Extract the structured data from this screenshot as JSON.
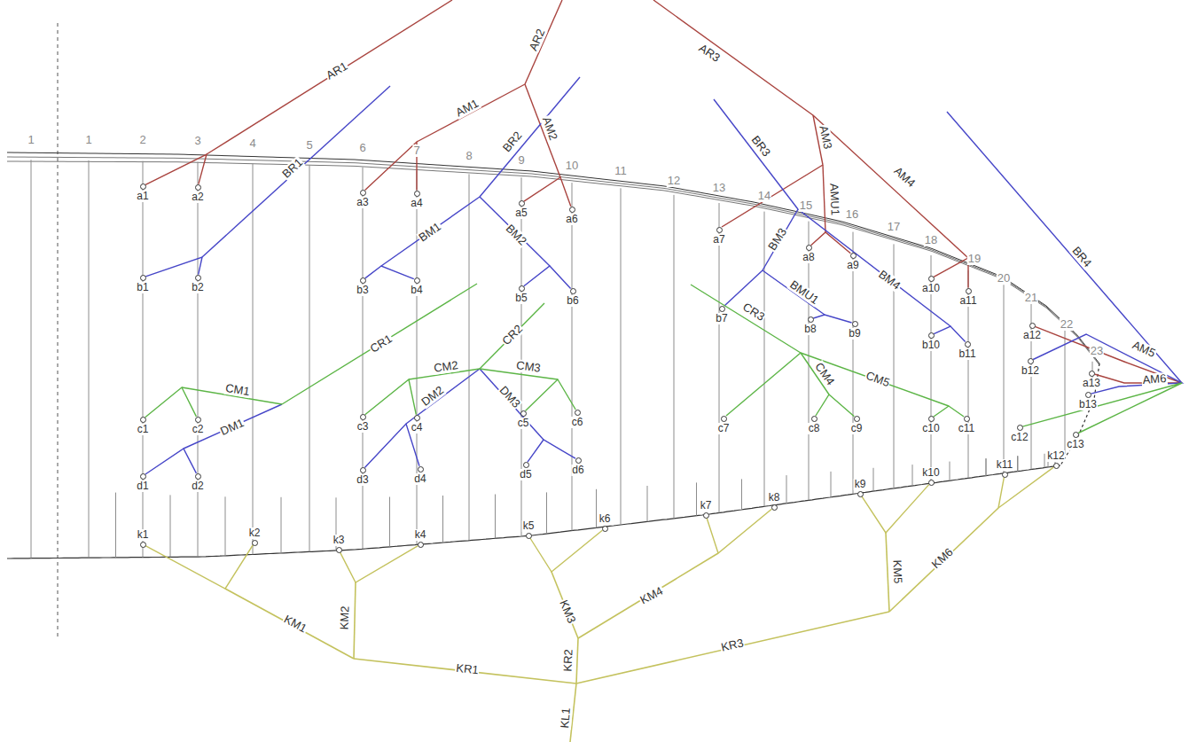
{
  "diagram": {
    "nodes": [
      {
        "text": [
          "a1"
        ]
      },
      {
        "text": [
          "a2"
        ]
      },
      {
        "text": [
          "a3"
        ]
      },
      {
        "text": [
          "a4"
        ]
      },
      {
        "text": [
          "a5"
        ]
      },
      {
        "text": [
          "a6"
        ]
      },
      {
        "text": [
          "a7"
        ]
      },
      {
        "text": [
          "a8"
        ]
      },
      {
        "text": [
          "a9"
        ]
      },
      {
        "text": [
          "a10"
        ]
      },
      {
        "text": [
          "a11"
        ]
      },
      {
        "text": [
          "a12"
        ]
      },
      {
        "text": [
          "a13"
        ]
      },
      {
        "text": [
          "b1"
        ]
      },
      {
        "text": [
          "b2"
        ]
      },
      {
        "text": [
          "b3"
        ]
      },
      {
        "text": [
          "b4"
        ]
      },
      {
        "text": [
          "b5"
        ]
      },
      {
        "text": [
          "b6"
        ]
      },
      {
        "text": [
          "b7"
        ]
      },
      {
        "text": [
          "b8"
        ]
      },
      {
        "text": [
          "b9"
        ]
      },
      {
        "text": [
          "b10"
        ]
      },
      {
        "text": [
          "b11"
        ]
      },
      {
        "text": [
          "b12"
        ]
      },
      {
        "text": [
          "b13"
        ]
      },
      {
        "text": [
          "c1"
        ]
      },
      {
        "text": [
          "c2"
        ]
      },
      {
        "text": [
          "c3"
        ]
      },
      {
        "text": [
          "c4"
        ]
      },
      {
        "text": [
          "c5"
        ]
      },
      {
        "text": [
          "c6"
        ]
      },
      {
        "text": [
          "c7"
        ]
      },
      {
        "text": [
          "c8"
        ]
      },
      {
        "text": [
          "c9"
        ]
      },
      {
        "text": [
          "c10"
        ]
      },
      {
        "text": [
          "c11"
        ]
      },
      {
        "text": [
          "c12"
        ]
      },
      {
        "text": [
          "c13"
        ]
      },
      {
        "text": [
          "d1"
        ]
      },
      {
        "text": [
          "d2"
        ]
      },
      {
        "text": [
          "d3"
        ]
      },
      {
        "text": [
          "d4"
        ]
      },
      {
        "text": [
          "d5"
        ]
      },
      {
        "text": [
          "d6"
        ]
      },
      {
        "text": [
          "k1"
        ]
      },
      {
        "text": [
          "k2"
        ]
      },
      {
        "text": [
          "k3"
        ]
      },
      {
        "text": [
          "k4"
        ]
      },
      {
        "text": [
          "k5"
        ]
      },
      {
        "text": [
          "k6"
        ]
      },
      {
        "text": [
          "k7"
        ]
      },
      {
        "text": [
          "k8"
        ]
      },
      {
        "text": [
          "k9"
        ]
      },
      {
        "text": [
          "k10"
        ]
      },
      {
        "text": [
          "k11"
        ]
      },
      {
        "text": [
          "k12"
        ]
      }
    ],
    "edges": [
      {
        "from": 0,
        "to": 1,
        "arrow": "none"
      },
      {
        "from": 2,
        "to": 3,
        "arrow": "none"
      },
      {
        "from": 4,
        "to": 5,
        "arrow": "none"
      },
      {
        "from": 7,
        "to": 8,
        "arrow": "none"
      },
      {
        "from": 9,
        "to": 10,
        "arrow": "none"
      },
      {
        "from": 11,
        "to": 12,
        "arrow": "none"
      },
      {
        "from": 13,
        "to": 14,
        "arrow": "none"
      },
      {
        "from": 15,
        "to": 16,
        "arrow": "none"
      },
      {
        "from": 17,
        "to": 18,
        "arrow": "none"
      },
      {
        "from": 20,
        "to": 21,
        "arrow": "none"
      },
      {
        "from": 22,
        "to": 23,
        "arrow": "none"
      },
      {
        "from": 24,
        "to": 25,
        "arrow": "none"
      },
      {
        "from": 26,
        "to": 27,
        "arrow": "none"
      },
      {
        "from": 28,
        "to": 29,
        "arrow": "none"
      },
      {
        "from": 30,
        "to": 31,
        "arrow": "none"
      },
      {
        "from": 33,
        "to": 34,
        "arrow": "none"
      },
      {
        "from": 35,
        "to": 36,
        "arrow": "none"
      },
      {
        "from": 37,
        "to": 38,
        "arrow": "none"
      },
      {
        "from": 39,
        "to": 40,
        "arrow": "none"
      },
      {
        "from": 41,
        "to": 42,
        "arrow": "none"
      },
      {
        "from": 43,
        "to": 44,
        "arrow": "none"
      },
      {
        "from": 45,
        "to": 46,
        "arrow": "none"
      },
      {
        "from": 47,
        "to": 48,
        "arrow": "none"
      },
      {
        "from": 49,
        "to": 50,
        "arrow": "none"
      },
      {
        "from": 51,
        "to": 52,
        "arrow": "none"
      },
      {
        "from": 53,
        "to": 54,
        "arrow": "none"
      },
      {
        "from": 55,
        "to": 56,
        "arrow": "none"
      }
    ],
    "labels": [
      "1",
      "1",
      "2",
      "3",
      "4",
      "5",
      "6",
      "7",
      "8",
      "9",
      "10",
      "11",
      "12",
      "13",
      "14",
      "15",
      "16",
      "17",
      "18",
      "19",
      "20",
      "21",
      "22",
      "23",
      "AR1",
      "AR2",
      "AM1",
      "AM2",
      "BR1",
      "BR2",
      "BM1",
      "BM2",
      "AR3",
      "AM3",
      "AMU1",
      "AM4",
      "BR3",
      "BM3",
      "BMU1",
      "BM4",
      "BR4",
      "AM5",
      "AM6",
      "CR1",
      "CM1",
      "DM1",
      "CR2",
      "CM2",
      "DM2",
      "CM3",
      "DM3",
      "CR3",
      "CM4",
      "CM5",
      "KM1",
      "KM2",
      "KR1",
      "KM3",
      "KM4",
      "KR2",
      "KR3",
      "KM5",
      "KM6",
      "KL1"
    ]
  }
}
